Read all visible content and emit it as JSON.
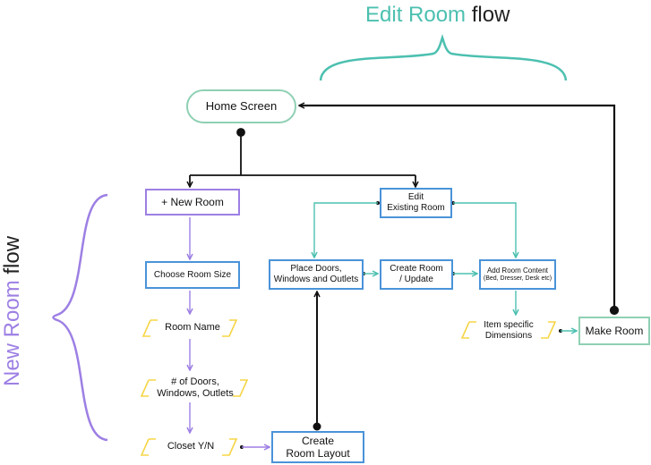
{
  "titles": {
    "edit_flow": {
      "accent": "Edit Room",
      "rest": "flow"
    },
    "new_flow": {
      "accent": "New Room",
      "rest": "flow"
    }
  },
  "nodes": {
    "home": "Home Screen",
    "new_room": "+ New Room",
    "edit_existing": "Edit\nExisting Room",
    "choose_size": "Choose Room Size",
    "room_name": "Room Name",
    "doors_windows": "# of Doors,\nWindows, Outlets",
    "closet": "Closet Y/N",
    "create_layout": "Create\nRoom Layout",
    "place_doors": "Place Doors,\nWindows and Outlets",
    "create_update": "Create Room\n/ Update",
    "add_content": "Add Room Content",
    "add_content_sub": "(Bed, Dresser, Desk etc)",
    "item_dims": "Item specific\nDimensions",
    "make_room": "Make Room"
  },
  "colors": {
    "teal": "#4cc0b0",
    "purple": "#9d7fe4",
    "blue": "#4a93d9",
    "green_border": "#8fd0b4",
    "yellow": "#f5d547",
    "black": "#111111"
  }
}
